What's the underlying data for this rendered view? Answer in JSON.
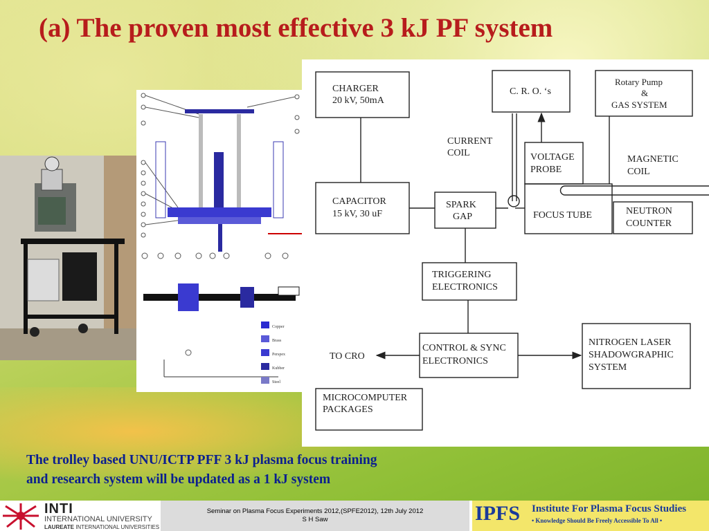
{
  "title": "(a) The proven most effective 3 kJ PF system",
  "diagram": {
    "charger": [
      "CHARGER",
      "20 kV, 50mA"
    ],
    "cro": "C. R. O. ‘s",
    "rotary": [
      "Rotary Pump",
      "&",
      "GAS SYSTEM"
    ],
    "current_coil": [
      "CURRENT",
      "COIL"
    ],
    "voltage_probe": [
      "VOLTAGE",
      "PROBE"
    ],
    "magnetic_coil": [
      "MAGNETIC",
      "COIL"
    ],
    "capacitor": [
      "CAPACITOR",
      "15 kV, 30 uF"
    ],
    "spark_gap": [
      "SPARK",
      "GAP"
    ],
    "focus_tube": "FOCUS TUBE",
    "neutron_counter": [
      "NEUTRON",
      "COUNTER"
    ],
    "triggering": [
      "TRIGGERING",
      "ELECTRONICS"
    ],
    "control": [
      "CONTROL & SYNC",
      "ELECTRONICS"
    ],
    "to_cro": "TO CRO",
    "nitrogen": [
      "NITROGEN LASER",
      "SHADOWGRAPHIC",
      "SYSTEM"
    ],
    "microcomputer": [
      "MICROCOMPUTER",
      "PACKAGES"
    ]
  },
  "schematic_legend": [
    "Copper",
    "Brass",
    "Perspex",
    "Kubber",
    "Steel"
  ],
  "caption": [
    "The trolley based UNU/ICTP PFF 3 kJ plasma focus training",
    "and research system will be updated as a 1 kJ system"
  ],
  "footer": {
    "inti_name": "INTI",
    "inti_sub": "INTERNATIONAL UNIVERSITY",
    "inti_sub2_bold": "LAUREATE",
    "inti_sub2_rest": " INTERNATIONAL UNIVERSITIES",
    "seminar_line1": "Seminar on Plasma Focus Experiments 2012,(SPFE2012), 12th July 2012",
    "seminar_line2": "S H Saw",
    "ipfs_mark": "IPFS",
    "ipfs_name": "Institute For Plasma Focus Studies",
    "ipfs_tag": "• Knowledge Should Be Freely Accessible To All •"
  }
}
